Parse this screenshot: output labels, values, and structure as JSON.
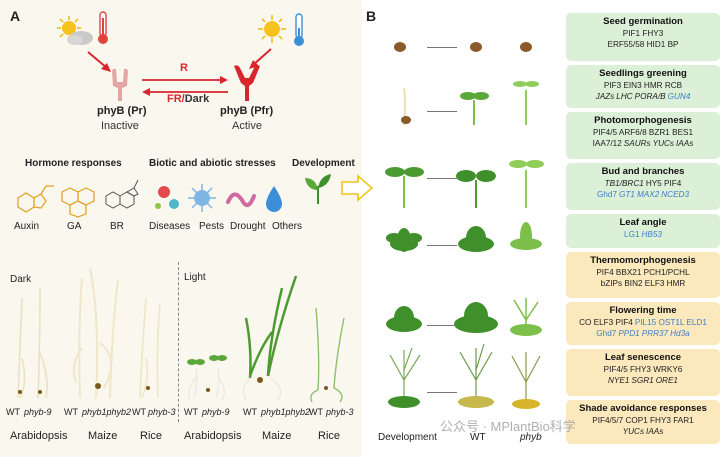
{
  "panel_a": {
    "letter": "A",
    "phyb_pr_label": "phyB (Pr)",
    "phyb_pr_state": "Inactive",
    "phyb_pfr_label": "phyB (Pfr)",
    "phyb_pfr_state": "Active",
    "arrow_r": "R",
    "arrow_fr": "FR",
    "arrow_slash": "/",
    "arrow_dark": "Dark",
    "hormone_title": "Hormone responses",
    "stress_title": "Biotic and abiotic stresses",
    "development_title": "Development",
    "hormones": [
      "Auxin",
      "GA",
      "BR"
    ],
    "stresses": [
      "Diseases",
      "Pests",
      "Drought",
      "Others"
    ],
    "dark_label": "Dark",
    "light_label": "Light",
    "genotypes_dark": [
      "WT",
      "phyb-9",
      "WT",
      "phyb1phyb2",
      "WT",
      "phyb-3"
    ],
    "genotypes_light": [
      "WT",
      "phyb-9",
      "WT",
      "phyb1phyb2",
      "WT",
      "phyb-3"
    ],
    "species": [
      "Arabidopsis",
      "Maize",
      "Rice",
      "Arabidopsis",
      "Maize",
      "Rice"
    ]
  },
  "panel_b": {
    "letter": "B",
    "bottom_labels": [
      "Development",
      "WT",
      "phyb"
    ],
    "cards": [
      {
        "title": "Seed germination",
        "color": "green",
        "lines": [
          [
            {
              "t": "PIF1 FHY3",
              "s": "n"
            }
          ],
          [
            {
              "t": "ERF55/58 HID1 BP",
              "s": "n"
            }
          ]
        ]
      },
      {
        "title": "Seedlings greening",
        "color": "green",
        "lines": [
          [
            {
              "t": "PIF3 EIN3 HMR RCB",
              "s": "n"
            }
          ],
          [
            {
              "t": "JAZs",
              "s": "i"
            },
            {
              "t": "LHC",
              "s": "i"
            },
            {
              "t": "PORA/B",
              "s": "i"
            },
            {
              "t": "GUN4",
              "s": "bi"
            }
          ]
        ]
      },
      {
        "title": "Photomorphogenesis",
        "color": "green",
        "lines": [
          [
            {
              "t": "PIF4/5 ARF6/8 BZR1 BES1",
              "s": "n"
            }
          ],
          [
            {
              "t": "IAA7/12",
              "s": "n"
            },
            {
              "t": "SAURs",
              "s": "i"
            },
            {
              "t": "YUCs",
              "s": "i"
            },
            {
              "t": "IAAs",
              "s": "i"
            }
          ]
        ]
      },
      {
        "title": "Bud and branches",
        "color": "green",
        "lines": [
          [
            {
              "t": "TB1/BRC1",
              "s": "i"
            },
            {
              "t": "HY5 PIF4",
              "s": "n"
            }
          ],
          [
            {
              "t": "Ghd7",
              "s": "b"
            },
            {
              "t": "GT1",
              "s": "bi"
            },
            {
              "t": "MAX2",
              "s": "bi"
            },
            {
              "t": "NCED3",
              "s": "bi"
            }
          ]
        ]
      },
      {
        "title": "Leaf angle",
        "color": "green",
        "lines": [
          [
            {
              "t": "LG1",
              "s": "b"
            },
            {
              "t": "HB53",
              "s": "bi"
            }
          ]
        ]
      },
      {
        "title": "Thermomorphogenesis",
        "color": "yellow",
        "lines": [
          [
            {
              "t": "PIF4 BBX21 PCH1/PCHL",
              "s": "n"
            }
          ],
          [
            {
              "t": "bZIPs BIN2 ELF3 HMR",
              "s": "n"
            }
          ]
        ]
      },
      {
        "title": "Flowering time",
        "color": "yellow",
        "lines": [
          [
            {
              "t": "CO ELF3 PIF4",
              "s": "n"
            },
            {
              "t": "PIL15 OST1L ELD1",
              "s": "b"
            }
          ],
          [
            {
              "t": "Ghd7",
              "s": "b"
            },
            {
              "t": "PPD1",
              "s": "bi"
            },
            {
              "t": "PRR37",
              "s": "bi"
            },
            {
              "t": "Hd3a",
              "s": "bi"
            }
          ]
        ]
      },
      {
        "title": "Leaf senescence",
        "color": "yellow",
        "lines": [
          [
            {
              "t": "PIF4/5 FHY3 WRKY6",
              "s": "n"
            }
          ],
          [
            {
              "t": "NYE1",
              "s": "i"
            },
            {
              "t": "SGR1",
              "s": "i"
            },
            {
              "t": "ORE1",
              "s": "i"
            }
          ]
        ]
      },
      {
        "title": "Shade avoidance responses",
        "color": "yellow",
        "lines": [
          [
            {
              "t": "PIF4/5/7 COP1 FHY3 FAR1",
              "s": "n"
            }
          ],
          [
            {
              "t": "YUCs",
              "s": "i"
            },
            {
              "t": "IAAs",
              "s": "i"
            }
          ]
        ]
      }
    ]
  },
  "watermark": "公众号 · MPlantBio科学",
  "colors": {
    "panel_a_bg": "#faf7ef",
    "card_green": "#dcefd7",
    "card_yellow": "#fbe8bd",
    "gene_blue": "#3f7fc8",
    "arrow_red": "#d8262e",
    "phyb_pr": "#e5a5a5",
    "phyb_pfr": "#d8262e",
    "leaf_green": "#3f8f2a"
  }
}
